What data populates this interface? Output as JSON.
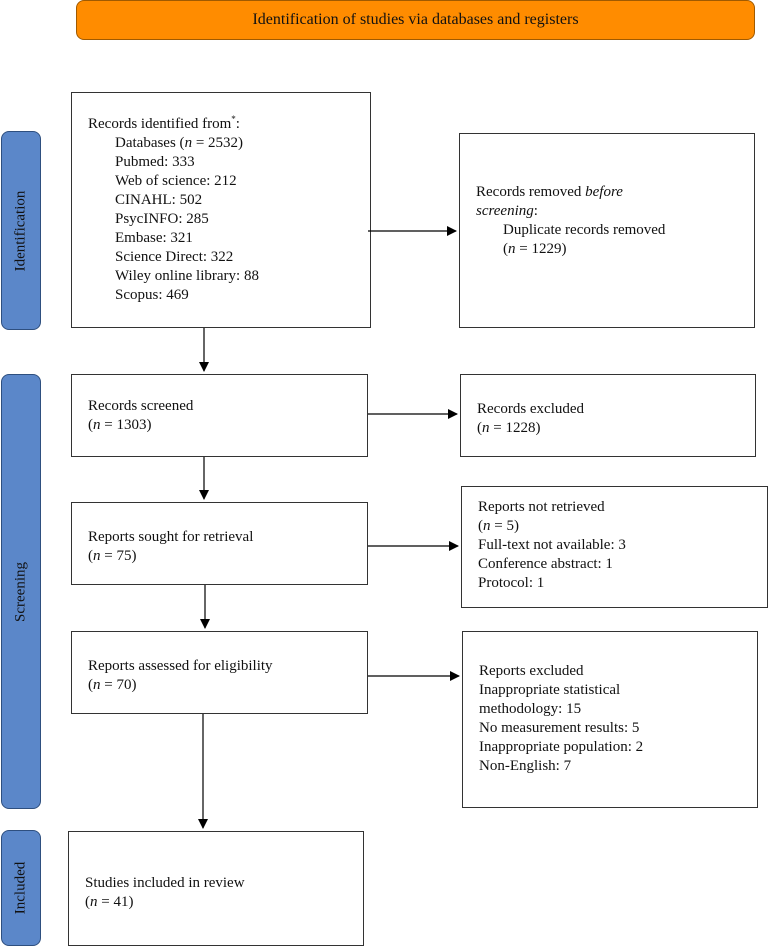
{
  "header": {
    "title": "Identification of studies via databases and registers"
  },
  "stages": {
    "identification": "Identification",
    "screening": "Screening",
    "included": "Included"
  },
  "boxes": {
    "records_identified": {
      "title": "Records identified from",
      "sup": "*",
      "title_suffix": ":",
      "databases_prefix": "Databases (",
      "databases_n": "n",
      "databases_suffix": " = 2532)",
      "sources": [
        "Pubmed: 333",
        "Web of science: 212",
        "CINAHL: 502",
        "PsycINFO: 285",
        "Embase: 321",
        "Science Direct: 322",
        "Wiley online library: 88",
        "Scopus: 469"
      ]
    },
    "records_removed": {
      "line1_a": "Records removed ",
      "line1_b": "before",
      "line2": "screening",
      "line2_suffix": ":",
      "line3": "Duplicate records removed",
      "n": "n",
      "count": " = 1229)"
    },
    "records_screened": {
      "label": "Records screened",
      "n": "n",
      "count": " = 1303)"
    },
    "records_excluded": {
      "label": "Records excluded",
      "n": "n",
      "count": " = 1228)"
    },
    "sought_retrieval": {
      "label": "Reports sought for retrieval",
      "n": "n",
      "count": " = 75)"
    },
    "not_retrieved": {
      "label": "Reports not retrieved",
      "n": "n",
      "count": " = 5)",
      "reasons": [
        "Full-text not available: 3",
        "Conference abstract: 1",
        "Protocol: 1"
      ]
    },
    "assessed_eligibility": {
      "label": "Reports assessed for eligibility",
      "n": "n",
      "count": " = 70)"
    },
    "reports_excluded": {
      "label": "Reports excluded",
      "reasons": [
        "Inappropriate statistical",
        "methodology: 15",
        "No measurement results: 5",
        "Inappropriate population: 2",
        "Non-English: 7"
      ]
    },
    "included": {
      "label": "Studies included in review",
      "n": "n",
      "count": " = 41)"
    }
  }
}
